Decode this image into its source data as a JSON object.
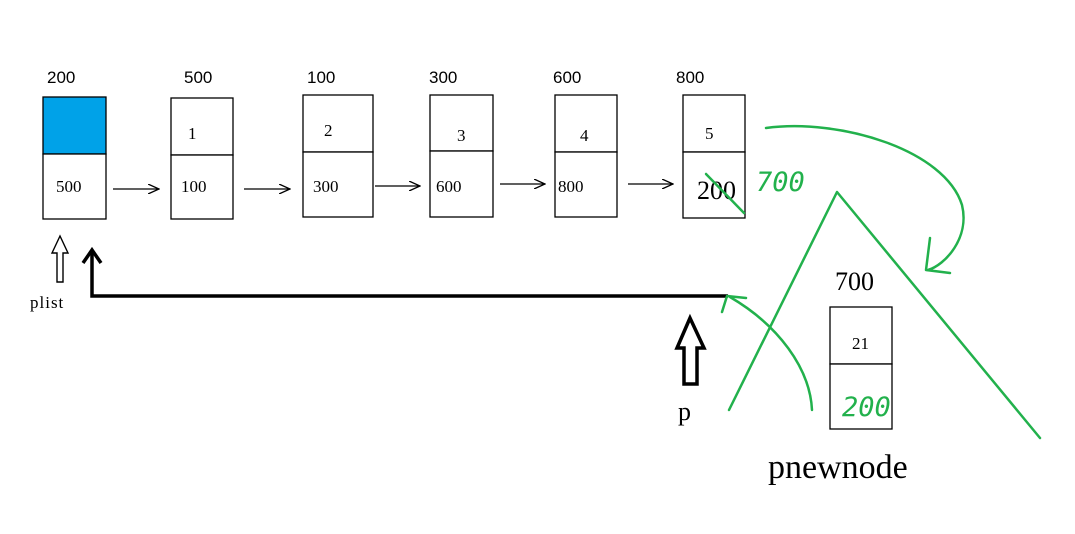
{
  "nodes": [
    {
      "address": "200",
      "data": "",
      "next": "500",
      "head": true
    },
    {
      "address": "500",
      "data": "1",
      "next": "100"
    },
    {
      "address": "100",
      "data": "2",
      "next": "300"
    },
    {
      "address": "300",
      "data": "3",
      "next": "600"
    },
    {
      "address": "600",
      "data": "4",
      "next": "800"
    },
    {
      "address": "800",
      "data": "5",
      "next": "200"
    }
  ],
  "new_node": {
    "address": "700",
    "data": "21"
  },
  "handwritten": {
    "last_next": "700",
    "new_next": "200"
  },
  "labels": {
    "plist": "plist",
    "p": "p",
    "pnewnode": "pnewnode"
  },
  "colors": {
    "head_fill": "#00a2e8",
    "annotation": "#22b14c",
    "stroke": "#000000"
  }
}
